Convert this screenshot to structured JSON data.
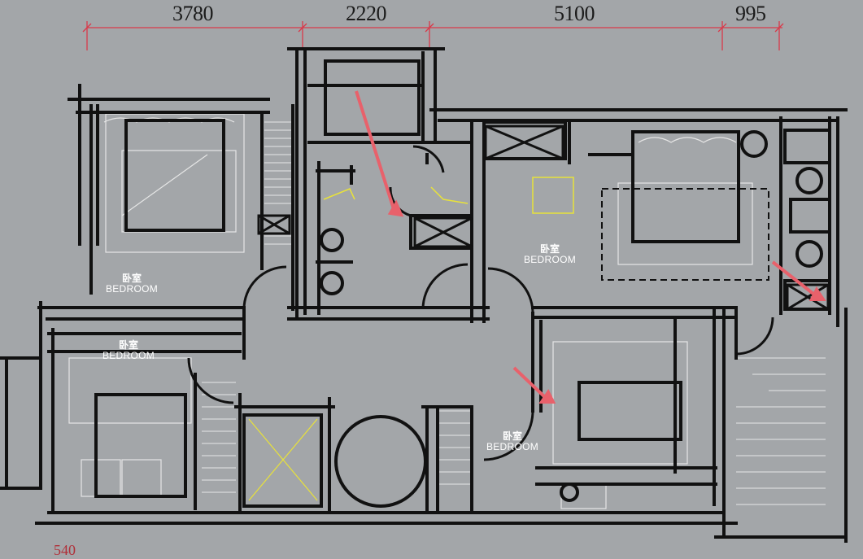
{
  "dimensions": {
    "d1": "3780",
    "d2": "2220",
    "d3": "5100",
    "d4": "995"
  },
  "rooms": [
    {
      "cn": "卧室",
      "en": "BEDROOM"
    },
    {
      "cn": "卧室",
      "en": "BEDROOM"
    },
    {
      "cn": "卧室",
      "en": "BEDROOM"
    },
    {
      "cn": "卧室",
      "en": "BEDROOM"
    }
  ],
  "corner_dimension": "540",
  "colors": {
    "background": "#a3a6a9",
    "walls": "#111111",
    "fixtures": "#e8e8e8",
    "dimension_lines": "#d9394a",
    "arrows": "#e8616b",
    "door_swing_yellow": "#e8e23a"
  }
}
